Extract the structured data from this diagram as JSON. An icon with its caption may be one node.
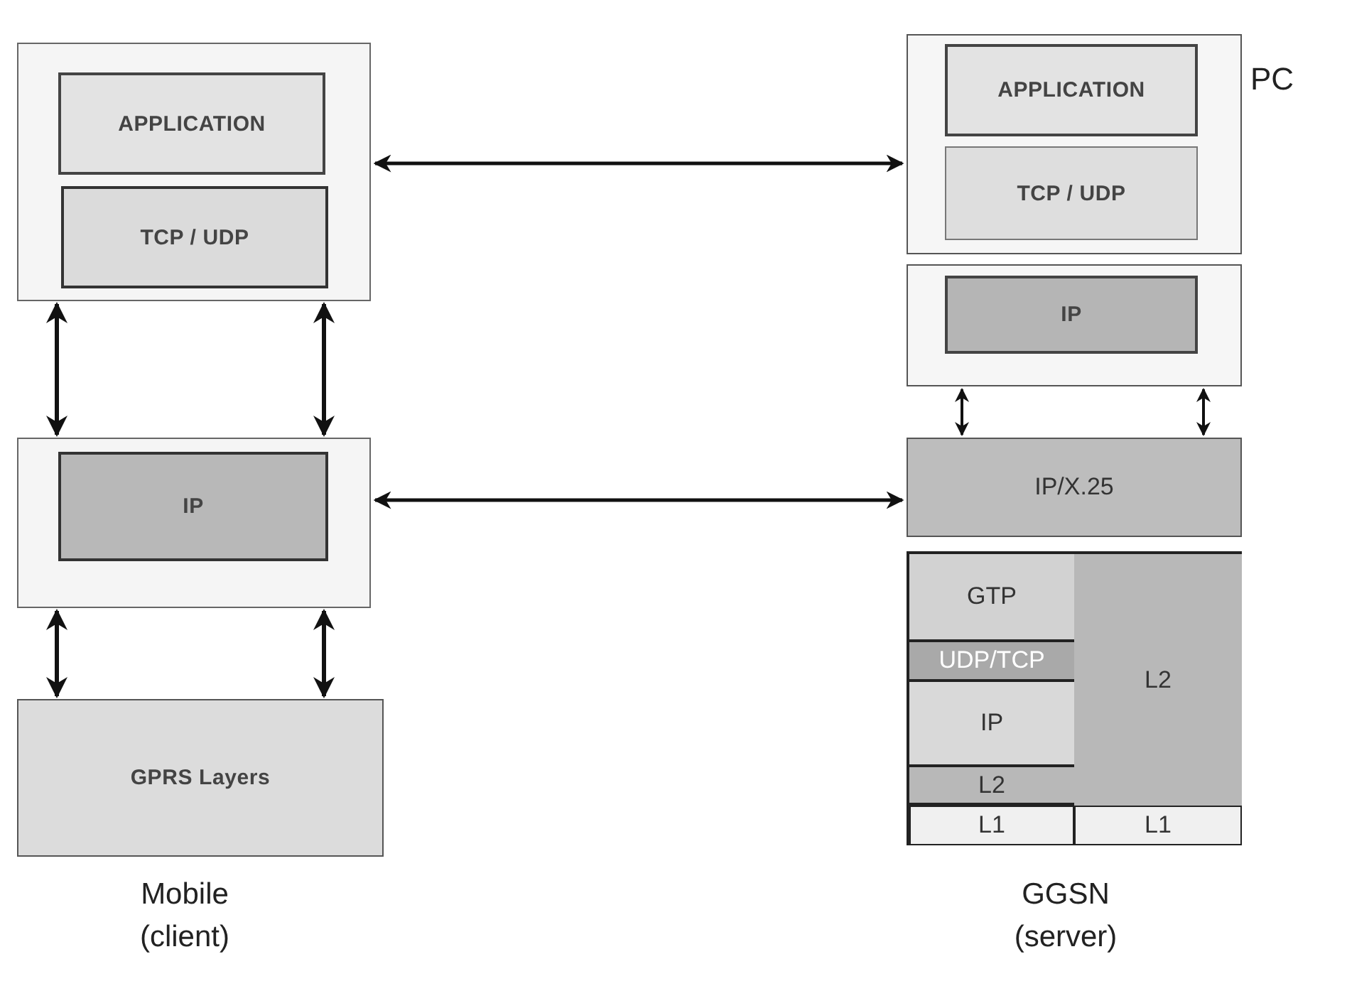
{
  "diagram": {
    "nodes": [
      {
        "text": [],
        "shape": "box"
      },
      {
        "text": [
          "APPLICATION"
        ],
        "in": 0
      },
      {
        "text": [
          "TCP / UDP"
        ],
        "in": 0
      },
      {
        "text": [],
        "shape": "box"
      },
      {
        "text": [
          "IP"
        ],
        "in": 3
      },
      {
        "text": [
          "GPRS Layers"
        ],
        "beside": [
          "Mobile (client)"
        ]
      },
      {
        "text": [],
        "shape": "box",
        "beside": [
          "PC"
        ]
      },
      {
        "text": [
          "APPLICATION"
        ],
        "in": 6
      },
      {
        "text": [
          "TCP / UDP"
        ],
        "in": 6
      },
      {
        "text": [],
        "shape": "box"
      },
      {
        "text": [
          "IP"
        ],
        "in": 9
      },
      {
        "text": [
          "IP/X.25"
        ]
      },
      {
        "text": [],
        "shape": "box",
        "beside": [
          "GGSN (server)"
        ]
      },
      {
        "text": [
          "GTP"
        ],
        "in": 12
      },
      {
        "text": [
          "UDP/TCP"
        ],
        "in": 12
      },
      {
        "text": [
          "IP"
        ],
        "in": 12
      },
      {
        "text": [
          "L2"
        ],
        "in": 12
      },
      {
        "text": [
          "L2"
        ],
        "in": 12
      },
      {
        "text": [
          "L1"
        ],
        "in": 12
      },
      {
        "text": [
          "L1"
        ],
        "in": 12
      }
    ],
    "edges": [
      {
        "from": 0,
        "to": 6,
        "arrow": "both"
      },
      {
        "from": 3,
        "to": 11,
        "arrow": "both"
      },
      {
        "from": 0,
        "to": 3,
        "arrow": "both"
      },
      {
        "from": 0,
        "to": 3,
        "arrow": "both"
      },
      {
        "from": 3,
        "to": 5,
        "arrow": "both"
      },
      {
        "from": 3,
        "to": 5,
        "arrow": "both"
      },
      {
        "from": 9,
        "to": 11,
        "arrow": "both"
      },
      {
        "from": 9,
        "to": 11,
        "arrow": "both"
      }
    ]
  }
}
